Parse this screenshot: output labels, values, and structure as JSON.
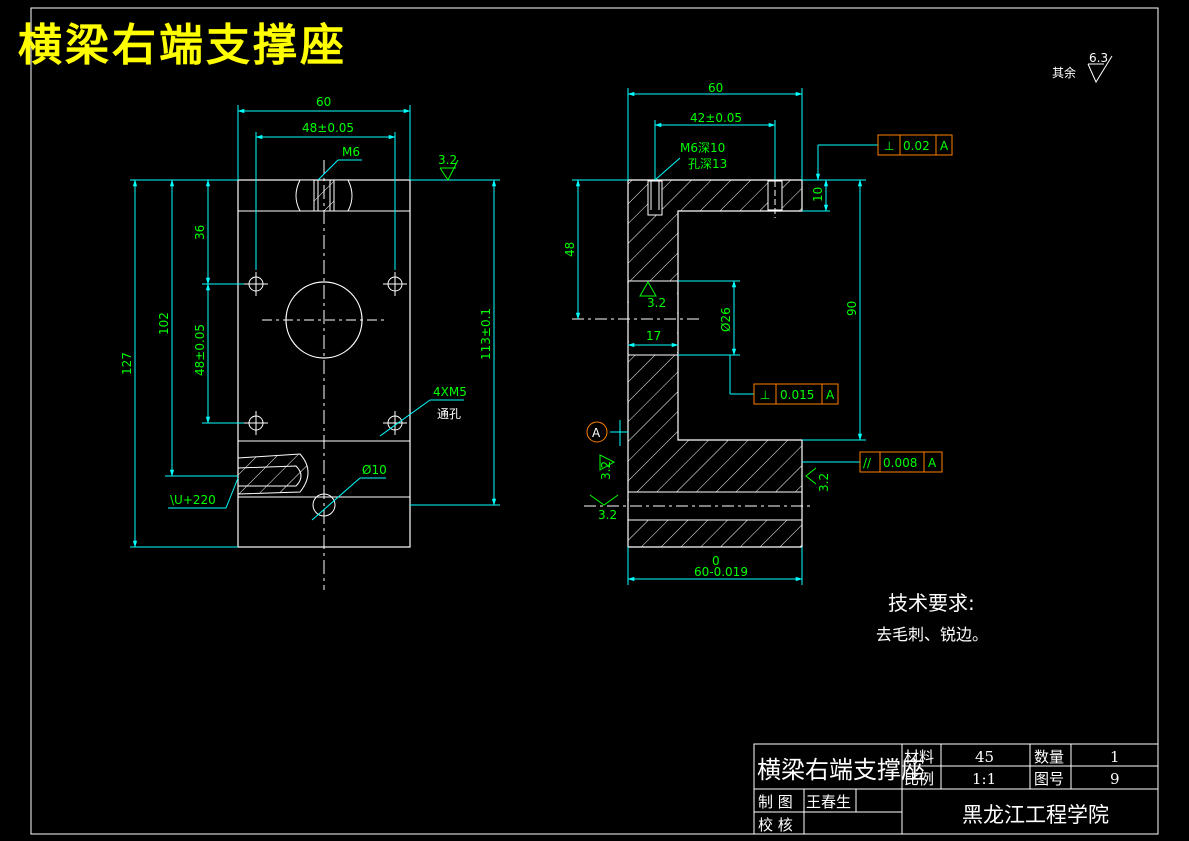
{
  "title": "横梁右端支撑座",
  "roughness_note": {
    "label": "其余",
    "value": "6.3"
  },
  "front_view": {
    "width_overall": "60",
    "hole_spacing": "48±0.05",
    "top_thread": "M6",
    "roughness_top": "3.2",
    "dim_36": "36",
    "dim_102": "102",
    "dim_48_tol": "48±0.05",
    "dim_127": "127",
    "dim_113": "113±0.1",
    "holes_note": "4XM5",
    "holes_note2": "通孔",
    "hole_dia": "Ø10",
    "slot_note": "\\U+220"
  },
  "side_view": {
    "width_overall": "60",
    "inner_width": "42±0.05",
    "thread_note1": "M6深10",
    "thread_note2": "孔深13",
    "dim_10": "10",
    "dim_48": "48",
    "dim_90": "90",
    "dim_26": "Ø26",
    "dim_17": "17",
    "roughness_inner": "3.2",
    "roughness_left": "3.2",
    "roughness_bottom": "3.2",
    "roughness_right": "3.2",
    "datum": "A",
    "bottom_dim_upper": "0",
    "bottom_dim": "60-0.019",
    "tol1": {
      "symbol": "⊥",
      "value": "0.02",
      "datum": "A"
    },
    "tol2": {
      "symbol": "⊥",
      "value": "0.015",
      "datum": "A"
    },
    "tol3": {
      "symbol": "//",
      "value": "0.008",
      "datum": "A"
    }
  },
  "requirements": {
    "heading": "技术要求:",
    "body": "去毛刺、锐边。"
  },
  "title_block": {
    "part_name": "横梁右端支撑座",
    "material_label": "材料",
    "material_value": "45",
    "quantity_label": "数量",
    "quantity_value": "1",
    "scale_label": "比例",
    "scale_value": "1:1",
    "drawing_no_label": "图号",
    "drawing_no_value": "9",
    "drawn_label": "制 图",
    "drawn_value": "王春生",
    "checked_label": "校 核",
    "school": "黑龙江工程学院"
  },
  "colors": {
    "background": "#000000",
    "outline": "#ffffff",
    "dimension": "#00ffff",
    "dimension_text": "#00ff00",
    "hatch": "#ffffff",
    "tolerance_frame": "#ff8000",
    "title": "#ffff00"
  }
}
